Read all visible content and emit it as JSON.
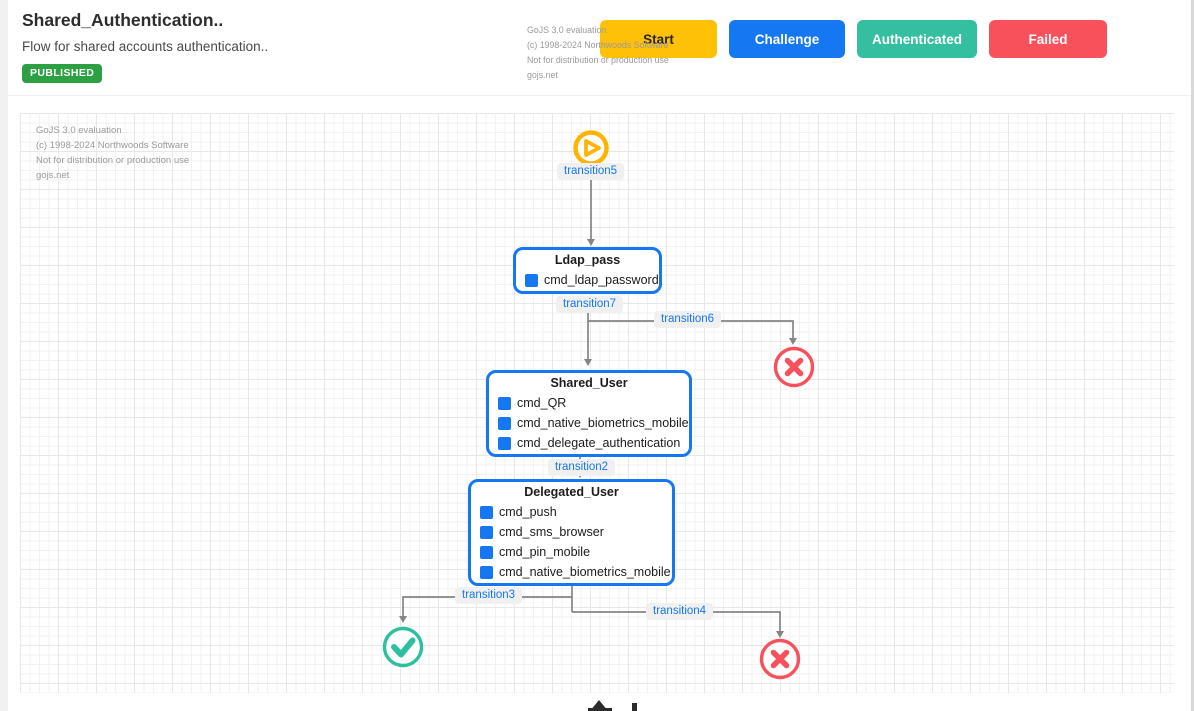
{
  "header": {
    "title": "Shared_Authentication..",
    "subtitle": "Flow for shared accounts authentication..",
    "badge": "PUBLISHED",
    "buttons": [
      {
        "label": "Start",
        "color": "#ffc107"
      },
      {
        "label": "Challenge",
        "color": "#1677f2"
      },
      {
        "label": "Authenticated",
        "color": "#35bfa1"
      },
      {
        "label": "Failed",
        "color": "#f8515c"
      }
    ]
  },
  "watermark": {
    "lines": [
      "GoJS 3.0 evaluation",
      "(c) 1998-2024 Northwoods Software",
      "Not for distribution or production use",
      "gojs.net"
    ]
  },
  "diagram": {
    "nodes": [
      {
        "title": "Ldap_pass",
        "commands": [
          "cmd_ldap_password"
        ]
      },
      {
        "title": "Shared_User",
        "commands": [
          "cmd_QR",
          "cmd_native_biometrics_mobile",
          "cmd_delegate_authentication"
        ]
      },
      {
        "title": "Delegated_User",
        "commands": [
          "cmd_push",
          "cmd_sms_browser",
          "cmd_pin_mobile",
          "cmd_native_biometrics_mobile"
        ]
      }
    ],
    "transitions": [
      "transition5",
      "transition7",
      "transition6",
      "transition2",
      "transition3",
      "transition4"
    ],
    "icons": {
      "start": "play-icon",
      "success": "check-icon",
      "failure": "cross-icon"
    },
    "colors": {
      "node_border": "#1677f2",
      "link": "#858585",
      "start_icon": "#ffb402",
      "success_icon": "#2dbf9e",
      "failure_icon": "#f8515c",
      "transition_text": "#1677f2",
      "badge": "#2ea044"
    }
  }
}
